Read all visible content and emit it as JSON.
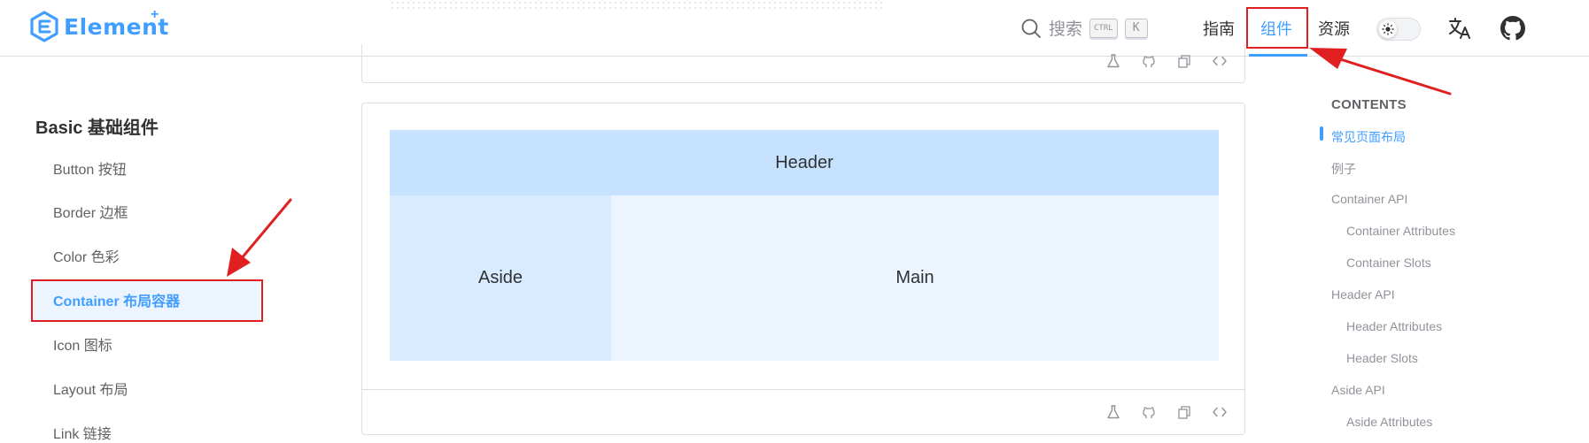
{
  "header": {
    "logo_text": "Element",
    "logo_plus": "+",
    "search_placeholder": "搜索",
    "kbd_ctrl": "CTRL",
    "kbd_k": "K",
    "nav": [
      {
        "label": "指南",
        "active": false
      },
      {
        "label": "组件",
        "active": true
      },
      {
        "label": "资源",
        "active": false
      }
    ]
  },
  "sidebar": {
    "title": "Basic 基础组件",
    "items": [
      {
        "label": "Button 按钮",
        "active": false
      },
      {
        "label": "Border 边框",
        "active": false
      },
      {
        "label": "Color 色彩",
        "active": false
      },
      {
        "label": "Container 布局容器",
        "active": true
      },
      {
        "label": "Icon 图标",
        "active": false
      },
      {
        "label": "Layout 布局",
        "active": false
      },
      {
        "label": "Link 链接",
        "active": false
      }
    ]
  },
  "demo": {
    "header": "Header",
    "aside": "Aside",
    "main": "Main"
  },
  "toc": {
    "title": "CONTENTS",
    "items": [
      {
        "label": "常见页面布局",
        "active": true,
        "level": 1
      },
      {
        "label": "例子",
        "active": false,
        "level": 1
      },
      {
        "label": "Container API",
        "active": false,
        "level": 1
      },
      {
        "label": "Container Attributes",
        "active": false,
        "level": 2
      },
      {
        "label": "Container Slots",
        "active": false,
        "level": 2
      },
      {
        "label": "Header API",
        "active": false,
        "level": 1
      },
      {
        "label": "Header Attributes",
        "active": false,
        "level": 2
      },
      {
        "label": "Header Slots",
        "active": false,
        "level": 2
      },
      {
        "label": "Aside API",
        "active": false,
        "level": 1
      },
      {
        "label": "Aside Attributes",
        "active": false,
        "level": 2
      }
    ]
  },
  "colors": {
    "accent": "#409eff",
    "annotation": "#e02020"
  },
  "icons": [
    "search-icon",
    "theme-sun-icon",
    "language-icon",
    "github-icon",
    "flask-icon",
    "copy-icon",
    "code-icon"
  ]
}
